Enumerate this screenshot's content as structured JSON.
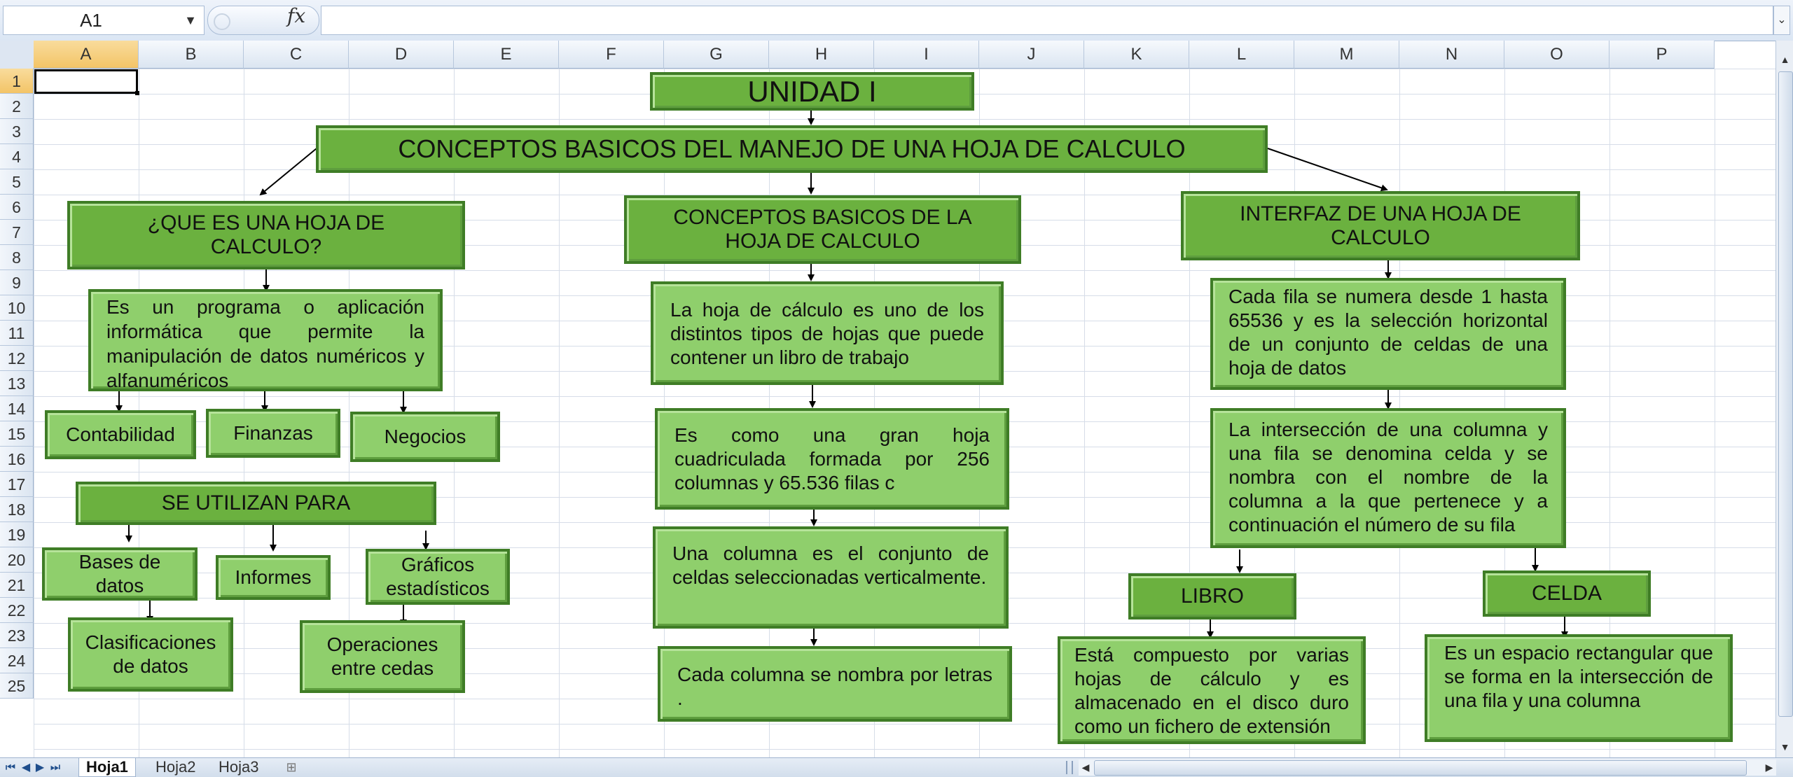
{
  "formula_bar": {
    "name_box": "A1",
    "fx_label": "fx",
    "formula": ""
  },
  "columns": [
    "A",
    "B",
    "C",
    "D",
    "E",
    "F",
    "G",
    "H",
    "I",
    "J",
    "K",
    "L",
    "M",
    "N",
    "O",
    "P"
  ],
  "rows": [
    "1",
    "2",
    "3",
    "4",
    "5",
    "6",
    "7",
    "8",
    "9",
    "10",
    "11",
    "12",
    "13",
    "14",
    "15",
    "16",
    "17",
    "18",
    "19",
    "20",
    "21",
    "22",
    "23",
    "24",
    "25"
  ],
  "diagram": {
    "unidad": "UNIDAD I",
    "main_title": "CONCEPTOS BASICOS DEL MANEJO DE UNA HOJA DE CALCULO",
    "left": {
      "heading": "¿QUE ES UNA HOJA DE CALCULO?",
      "description": "Es un programa o aplicación informática que permite la manipulación de datos numéricos y alfanuméricos",
      "uses": [
        "Contabilidad",
        "Finanzas",
        "Negocios"
      ],
      "se_utilizan": "SE UTILIZAN PARA",
      "purposes": [
        "Bases de datos",
        "Informes",
        "Gráficos estadísticos"
      ],
      "sub": [
        "Clasificaciones de datos",
        "Operaciones entre cedas"
      ]
    },
    "center": {
      "heading": "CONCEPTOS BASICOS DE LA HOJA DE CALCULO",
      "items": [
        "La hoja de cálculo es uno de los distintos tipos de hojas que puede contener un libro de trabajo",
        "Es como una gran hoja cuadriculada formada por 256 columnas y 65.536 filas c",
        "Una columna es el conjunto de celdas seleccionadas verticalmente.",
        "Cada columna se nombra por letras ."
      ]
    },
    "right": {
      "heading": "INTERFAZ DE UNA HOJA DE CALCULO",
      "fila": "Cada fila se numera desde 1 hasta 65536 y es la selección horizontal de un conjunto de celdas de una hoja de datos",
      "interseccion": "La intersección de una columna y una fila se denomina celda y se nombra con el nombre de la columna a la que pertenece y a continuación el número de su fila",
      "libro": "LIBRO",
      "libro_desc": "Está compuesto por varias hojas de cálculo y es almacenado en el disco duro como un fichero de extensión",
      "celda": "CELDA",
      "celda_desc": "Es un espacio rectangular que se forma en la intersección de una fila y una columna"
    }
  },
  "sheets": [
    "Hoja1",
    "Hoja2",
    "Hoja3"
  ],
  "colors": {
    "box_fill": "#8fcf6c",
    "heading_fill": "#6bb13f",
    "box_border": "#3f7d26"
  }
}
